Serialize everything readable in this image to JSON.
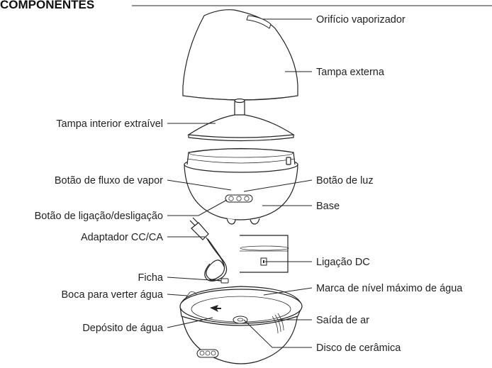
{
  "heading": "COMPONENTES",
  "labels": {
    "orificio": "Orifício vaporizador",
    "tampa_externa": "Tampa externa",
    "tampa_interior": "Tampa interior extraível",
    "botao_fluxo": "Botão de fluxo de vapor",
    "botao_luz": "Botão de luz",
    "base": "Base",
    "botao_ligacao": "Botão de ligação/desligação",
    "adaptador": "Adaptador CC/CA",
    "ligacao_dc": "Ligação DC",
    "ficha": "Ficha",
    "boca": "Boca para verter água",
    "marca_nivel": "Marca de nível máximo de água",
    "deposito": "Depósito de água",
    "saida_ar": "Saída de ar",
    "disco": "Disco de cerâmica"
  }
}
